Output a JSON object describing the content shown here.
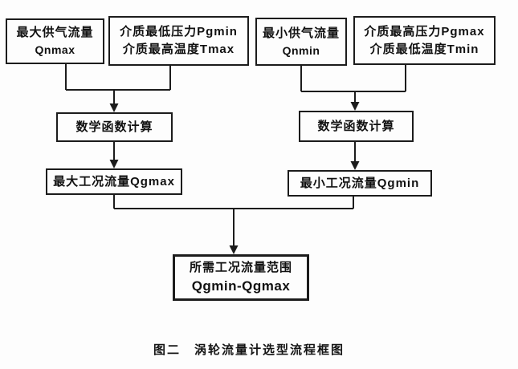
{
  "colors": {
    "line": "#1c1c1c",
    "background": "#fdfdfd",
    "text": "#111111"
  },
  "diagram": {
    "caption": "图二　涡轮流量计选型流程框图",
    "nodes": {
      "qnmax": {
        "line1": "最大供气流量",
        "line2": "Qnmax"
      },
      "pgmin_tmax": {
        "line1": "介质最低压力Pgmin",
        "line2": "介质最高温度Tmax"
      },
      "qnmin": {
        "line1": "最小供气流量",
        "line2": "Qnmin"
      },
      "pgmax_tmin": {
        "line1": "介质最高压力Pgmax",
        "line2": "介质最低温度Tmin"
      },
      "math_left": {
        "label": "数学函数计算"
      },
      "math_right": {
        "label": "数学函数计算"
      },
      "qgmax": {
        "label": "最大工况流量Qgmax"
      },
      "qgmin": {
        "label": "最小工况流量Qgmin"
      },
      "result": {
        "line1": "所需工况流量范围",
        "line2": "Qgmin-Qgmax"
      }
    }
  }
}
